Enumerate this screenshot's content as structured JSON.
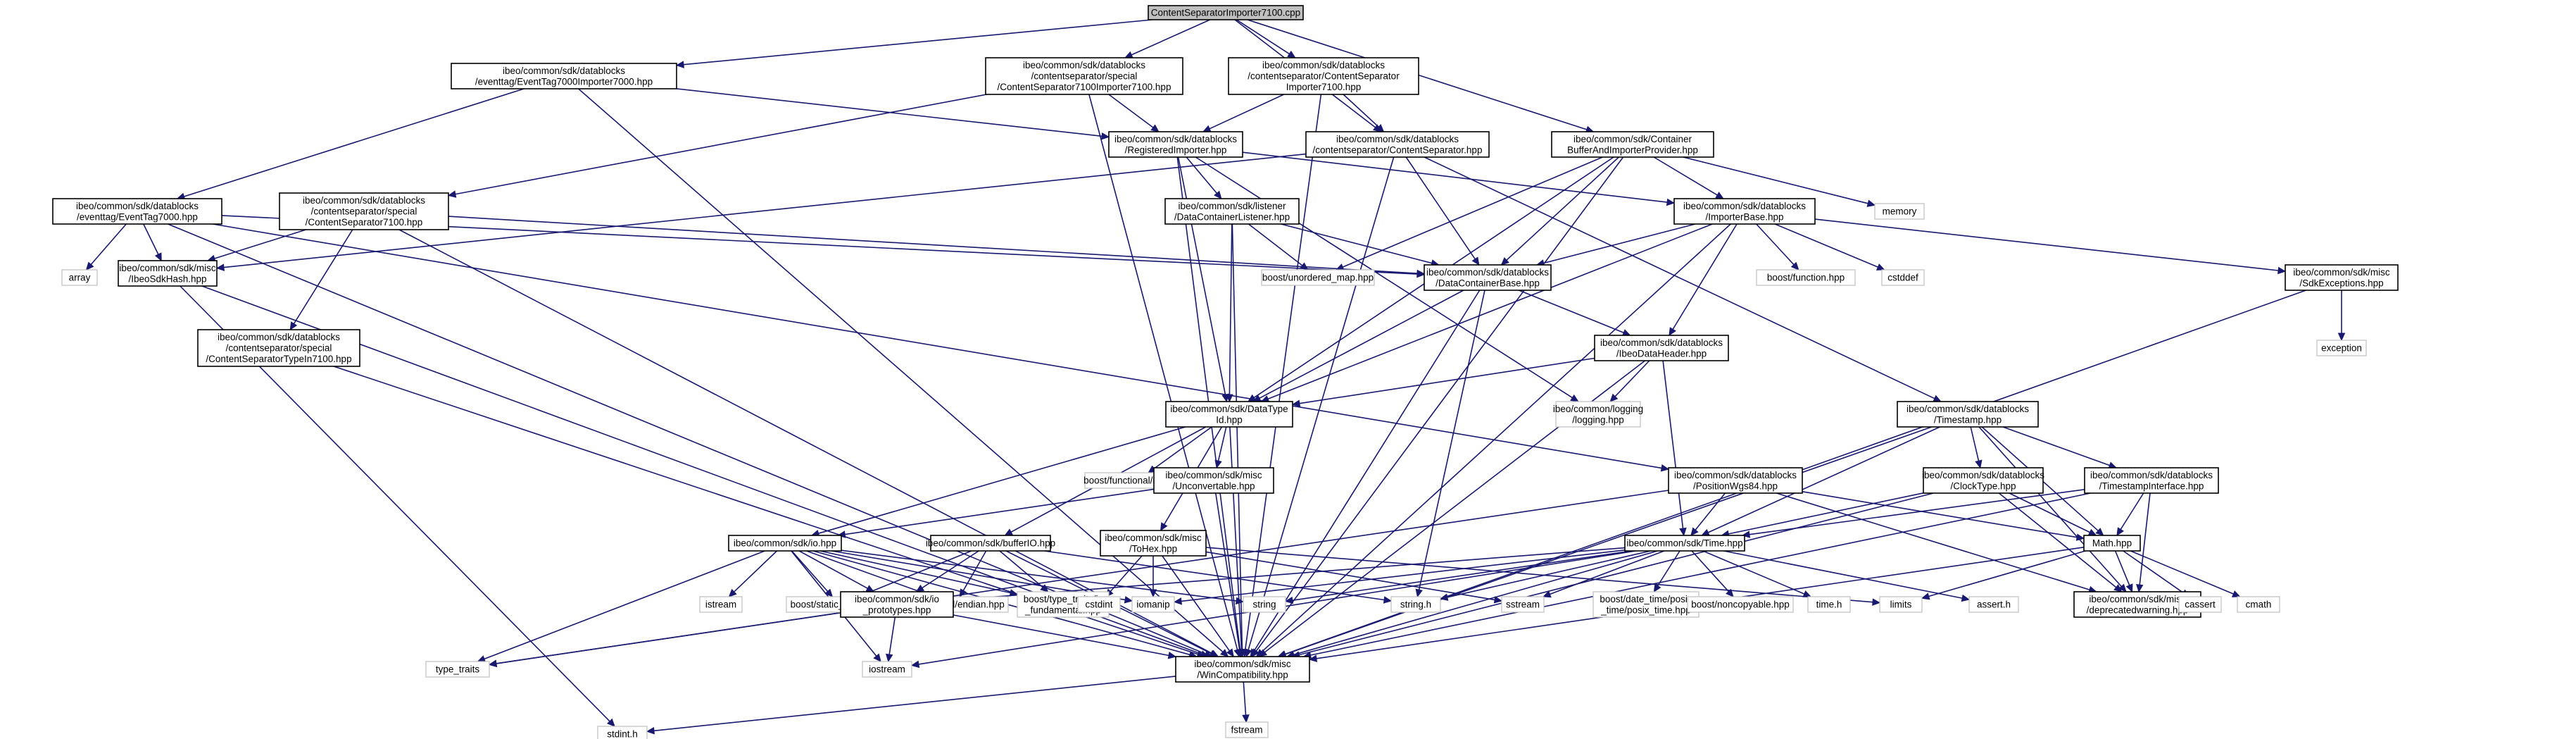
{
  "nodes": [
    {
      "id": "root",
      "lines": [
        "ContentSeparatorImporter7100.cpp"
      ],
      "kind": "root"
    },
    {
      "id": "et7000imp",
      "lines": [
        "ibeo/common/sdk/datablocks",
        "/eventtag/EventTag7000Importer7000.hpp"
      ],
      "kind": "doc"
    },
    {
      "id": "cs7100imp",
      "lines": [
        "ibeo/common/sdk/datablocks",
        "/contentseparator/special",
        "/ContentSeparator7100Importer7100.hpp"
      ],
      "kind": "doc"
    },
    {
      "id": "csimp",
      "lines": [
        "ibeo/common/sdk/datablocks",
        "/contentseparator/ContentSeparator",
        "Importer7100.hpp"
      ],
      "kind": "doc"
    },
    {
      "id": "cbaip",
      "lines": [
        "ibeo/common/sdk/Container",
        "BufferAndImporterProvider.hpp"
      ],
      "kind": "doc"
    },
    {
      "id": "regimp",
      "lines": [
        "ibeo/common/sdk/datablocks",
        "/RegisteredImporter.hpp"
      ],
      "kind": "doc"
    },
    {
      "id": "csep",
      "lines": [
        "ibeo/common/sdk/datablocks",
        "/contentseparator/ContentSeparator.hpp"
      ],
      "kind": "doc"
    },
    {
      "id": "et7000",
      "lines": [
        "ibeo/common/sdk/datablocks",
        "/eventtag/EventTag7000.hpp"
      ],
      "kind": "doc"
    },
    {
      "id": "cs7100",
      "lines": [
        "ibeo/common/sdk/datablocks",
        "/contentseparator/special",
        "/ContentSeparator7100.hpp"
      ],
      "kind": "doc"
    },
    {
      "id": "dclistener",
      "lines": [
        "ibeo/common/sdk/listener",
        "/DataContainerListener.hpp"
      ],
      "kind": "doc"
    },
    {
      "id": "impbase",
      "lines": [
        "ibeo/common/sdk/datablocks",
        "/ImporterBase.hpp"
      ],
      "kind": "doc"
    },
    {
      "id": "memory",
      "lines": [
        "memory"
      ],
      "kind": "ext"
    },
    {
      "id": "array",
      "lines": [
        "array"
      ],
      "kind": "ext"
    },
    {
      "id": "sdkhash",
      "lines": [
        "ibeo/common/sdk/misc",
        "/IbeoSdkHash.hpp"
      ],
      "kind": "doc"
    },
    {
      "id": "unordmap",
      "lines": [
        "boost/unordered_map.hpp"
      ],
      "kind": "ext"
    },
    {
      "id": "dcbase",
      "lines": [
        "ibeo/common/sdk/datablocks",
        "/DataContainerBase.hpp"
      ],
      "kind": "doc"
    },
    {
      "id": "boostfunc",
      "lines": [
        "boost/function.hpp"
      ],
      "kind": "ext"
    },
    {
      "id": "cstddef",
      "lines": [
        "cstddef"
      ],
      "kind": "ext"
    },
    {
      "id": "sdkexc",
      "lines": [
        "ibeo/common/sdk/misc",
        "/SdkExceptions.hpp"
      ],
      "kind": "doc"
    },
    {
      "id": "cs7100typein",
      "lines": [
        "ibeo/common/sdk/datablocks",
        "/contentseparator/special",
        "/ContentSeparatorTypeIn7100.hpp"
      ],
      "kind": "doc"
    },
    {
      "id": "exception",
      "lines": [
        "exception"
      ],
      "kind": "ext"
    },
    {
      "id": "dataheader",
      "lines": [
        "ibeo/common/sdk/datablocks",
        "/IbeoDataHeader.hpp"
      ],
      "kind": "doc"
    },
    {
      "id": "datatypeid",
      "lines": [
        "ibeo/common/sdk/DataType",
        "Id.hpp"
      ],
      "kind": "doc"
    },
    {
      "id": "logging",
      "lines": [
        "ibeo/common/logging",
        "/logging.hpp"
      ],
      "kind": "ext"
    },
    {
      "id": "timestamp",
      "lines": [
        "ibeo/common/sdk/datablocks",
        "/Timestamp.hpp"
      ],
      "kind": "doc"
    },
    {
      "id": "funchash",
      "lines": [
        "boost/functional/hash.hpp"
      ],
      "kind": "ext"
    },
    {
      "id": "unconv",
      "lines": [
        "ibeo/common/sdk/misc",
        "/Unconvertable.hpp"
      ],
      "kind": "doc"
    },
    {
      "id": "poswgs",
      "lines": [
        "ibeo/common/sdk/datablocks",
        "/PositionWgs84.hpp"
      ],
      "kind": "doc"
    },
    {
      "id": "clocktype",
      "lines": [
        "ibeo/common/sdk/datablocks",
        "/ClockType.hpp"
      ],
      "kind": "doc"
    },
    {
      "id": "tsiface",
      "lines": [
        "ibeo/common/sdk/datablocks",
        "/TimestampInterface.hpp"
      ],
      "kind": "doc"
    },
    {
      "id": "iohpp",
      "lines": [
        "ibeo/common/sdk/io.hpp"
      ],
      "kind": "doc"
    },
    {
      "id": "bufferio",
      "lines": [
        "ibeo/common/sdk/bufferIO.hpp"
      ],
      "kind": "doc"
    },
    {
      "id": "tohex",
      "lines": [
        "ibeo/common/sdk/misc",
        "/ToHex.hpp"
      ],
      "kind": "doc"
    },
    {
      "id": "timehpp",
      "lines": [
        "ibeo/common/sdk/Time.hpp"
      ],
      "kind": "doc"
    },
    {
      "id": "mathhpp",
      "lines": [
        "Math.hpp"
      ],
      "kind": "doc"
    },
    {
      "id": "istream",
      "lines": [
        "istream"
      ],
      "kind": "ext"
    },
    {
      "id": "staticassert",
      "lines": [
        "boost/static_assert.hpp"
      ],
      "kind": "ext"
    },
    {
      "id": "endian",
      "lines": [
        "boost/detail/endian.hpp"
      ],
      "kind": "ext"
    },
    {
      "id": "typetraitsfund",
      "lines": [
        "boost/type_traits/is",
        "_fundamental.hpp"
      ],
      "kind": "ext"
    },
    {
      "id": "ioproto",
      "lines": [
        "ibeo/common/sdk/io",
        "_prototypes.hpp"
      ],
      "kind": "doc"
    },
    {
      "id": "cstdint",
      "lines": [
        "cstdint"
      ],
      "kind": "ext"
    },
    {
      "id": "iomanip",
      "lines": [
        "iomanip"
      ],
      "kind": "ext"
    },
    {
      "id": "string",
      "lines": [
        "string"
      ],
      "kind": "ext"
    },
    {
      "id": "stringh",
      "lines": [
        "string.h"
      ],
      "kind": "ext"
    },
    {
      "id": "sstream",
      "lines": [
        "sstream"
      ],
      "kind": "ext"
    },
    {
      "id": "posixtime",
      "lines": [
        "boost/date_time/posix",
        "_time/posix_time.hpp"
      ],
      "kind": "ext"
    },
    {
      "id": "noncopy",
      "lines": [
        "boost/noncopyable.hpp"
      ],
      "kind": "ext"
    },
    {
      "id": "timeh",
      "lines": [
        "time.h"
      ],
      "kind": "ext"
    },
    {
      "id": "limits",
      "lines": [
        "limits"
      ],
      "kind": "ext"
    },
    {
      "id": "asserth",
      "lines": [
        "assert.h"
      ],
      "kind": "ext"
    },
    {
      "id": "deprecated",
      "lines": [
        "ibeo/common/sdk/misc",
        "/deprecatedwarning.hpp"
      ],
      "kind": "doc"
    },
    {
      "id": "cassert",
      "lines": [
        "cassert"
      ],
      "kind": "ext"
    },
    {
      "id": "cmath",
      "lines": [
        "cmath"
      ],
      "kind": "ext"
    },
    {
      "id": "typetraits",
      "lines": [
        "type_traits"
      ],
      "kind": "ext"
    },
    {
      "id": "iostream",
      "lines": [
        "iostream"
      ],
      "kind": "ext"
    },
    {
      "id": "wincompat",
      "lines": [
        "ibeo/common/sdk/misc",
        "/WinCompatibility.hpp"
      ],
      "kind": "doc"
    },
    {
      "id": "stdinth",
      "lines": [
        "stdint.h"
      ],
      "kind": "ext"
    },
    {
      "id": "fstream",
      "lines": [
        "fstream"
      ],
      "kind": "ext"
    }
  ],
  "edges": [
    [
      "root",
      "et7000imp"
    ],
    [
      "root",
      "cs7100imp"
    ],
    [
      "root",
      "csimp"
    ],
    [
      "root",
      "cbaip"
    ],
    [
      "root",
      "csep"
    ],
    [
      "et7000imp",
      "regimp"
    ],
    [
      "et7000imp",
      "et7000"
    ],
    [
      "et7000imp",
      "wincompat"
    ],
    [
      "cs7100imp",
      "regimp"
    ],
    [
      "cs7100imp",
      "cs7100"
    ],
    [
      "cs7100imp",
      "wincompat"
    ],
    [
      "csimp",
      "regimp"
    ],
    [
      "csimp",
      "csep"
    ],
    [
      "csimp",
      "wincompat"
    ],
    [
      "cbaip",
      "impbase"
    ],
    [
      "cbaip",
      "dcbase"
    ],
    [
      "cbaip",
      "datatypeid"
    ],
    [
      "cbaip",
      "memory"
    ],
    [
      "cbaip",
      "unordmap"
    ],
    [
      "cbaip",
      "wincompat"
    ],
    [
      "regimp",
      "impbase"
    ],
    [
      "regimp",
      "dclistener"
    ],
    [
      "regimp",
      "datatypeid"
    ],
    [
      "regimp",
      "logging"
    ],
    [
      "regimp",
      "wincompat"
    ],
    [
      "csep",
      "dcbase"
    ],
    [
      "csep",
      "timestamp"
    ],
    [
      "csep",
      "sdkhash"
    ],
    [
      "csep",
      "wincompat"
    ],
    [
      "et7000",
      "array"
    ],
    [
      "et7000",
      "sdkhash"
    ],
    [
      "et7000",
      "dcbase"
    ],
    [
      "et7000",
      "poswgs"
    ],
    [
      "et7000",
      "wincompat"
    ],
    [
      "cs7100",
      "sdkhash"
    ],
    [
      "cs7100",
      "dcbase"
    ],
    [
      "cs7100",
      "cs7100typein"
    ],
    [
      "cs7100",
      "wincompat"
    ],
    [
      "dclistener",
      "unordmap"
    ],
    [
      "dclistener",
      "dcbase"
    ],
    [
      "dclistener",
      "datatypeid"
    ],
    [
      "dclistener",
      "wincompat"
    ],
    [
      "impbase",
      "dcbase"
    ],
    [
      "impbase",
      "dataheader"
    ],
    [
      "impbase",
      "datatypeid"
    ],
    [
      "impbase",
      "boostfunc"
    ],
    [
      "impbase",
      "cstddef"
    ],
    [
      "impbase",
      "sdkexc"
    ],
    [
      "impbase",
      "wincompat"
    ],
    [
      "sdkhash",
      "stdinth"
    ],
    [
      "sdkhash",
      "wincompat"
    ],
    [
      "dcbase",
      "dataheader"
    ],
    [
      "dcbase",
      "datatypeid"
    ],
    [
      "dcbase",
      "stringh"
    ],
    [
      "dcbase",
      "wincompat"
    ],
    [
      "sdkexc",
      "exception"
    ],
    [
      "sdkexc",
      "wincompat"
    ],
    [
      "cs7100typein",
      "wincompat"
    ],
    [
      "dataheader",
      "datatypeid"
    ],
    [
      "dataheader",
      "timehpp"
    ],
    [
      "dataheader",
      "logging"
    ],
    [
      "dataheader",
      "wincompat"
    ],
    [
      "datatypeid",
      "funchash"
    ],
    [
      "datatypeid",
      "unconv"
    ],
    [
      "datatypeid",
      "iohpp"
    ],
    [
      "datatypeid",
      "bufferio"
    ],
    [
      "datatypeid",
      "tohex"
    ],
    [
      "datatypeid",
      "wincompat"
    ],
    [
      "timestamp",
      "clocktype"
    ],
    [
      "timestamp",
      "tsiface"
    ],
    [
      "timestamp",
      "timehpp"
    ],
    [
      "timestamp",
      "mathhpp"
    ],
    [
      "timestamp",
      "deprecated"
    ],
    [
      "timestamp",
      "wincompat"
    ],
    [
      "unconv",
      "iohpp"
    ],
    [
      "unconv",
      "wincompat"
    ],
    [
      "poswgs",
      "timehpp"
    ],
    [
      "poswgs",
      "mathhpp"
    ],
    [
      "poswgs",
      "deprecated"
    ],
    [
      "poswgs",
      "typetraits"
    ],
    [
      "clocktype",
      "timehpp"
    ],
    [
      "clocktype",
      "mathhpp"
    ],
    [
      "clocktype",
      "deprecated"
    ],
    [
      "clocktype",
      "wincompat"
    ],
    [
      "tsiface",
      "timehpp"
    ],
    [
      "tsiface",
      "mathhpp"
    ],
    [
      "tsiface",
      "deprecated"
    ],
    [
      "tsiface",
      "wincompat"
    ],
    [
      "iohpp",
      "istream"
    ],
    [
      "iohpp",
      "staticassert"
    ],
    [
      "iohpp",
      "endian"
    ],
    [
      "iohpp",
      "typetraitsfund"
    ],
    [
      "iohpp",
      "ioproto"
    ],
    [
      "iohpp",
      "iomanip"
    ],
    [
      "iohpp",
      "string"
    ],
    [
      "iohpp",
      "iostream"
    ],
    [
      "iohpp",
      "typetraits"
    ],
    [
      "iohpp",
      "wincompat"
    ],
    [
      "bufferio",
      "staticassert"
    ],
    [
      "bufferio",
      "endian"
    ],
    [
      "bufferio",
      "typetraitsfund"
    ],
    [
      "bufferio",
      "ioproto"
    ],
    [
      "bufferio",
      "stringh"
    ],
    [
      "bufferio",
      "wincompat"
    ],
    [
      "tohex",
      "cstdint"
    ],
    [
      "tohex",
      "iomanip"
    ],
    [
      "tohex",
      "sstream"
    ],
    [
      "tohex",
      "limits"
    ],
    [
      "tohex",
      "wincompat"
    ],
    [
      "timehpp",
      "posixtime"
    ],
    [
      "timehpp",
      "noncopy"
    ],
    [
      "timehpp",
      "timeh"
    ],
    [
      "timehpp",
      "sstream"
    ],
    [
      "timehpp",
      "stringh"
    ],
    [
      "timehpp",
      "string"
    ],
    [
      "timehpp",
      "iomanip"
    ],
    [
      "timehpp",
      "asserth"
    ],
    [
      "timehpp",
      "ioproto"
    ],
    [
      "timehpp",
      "iostream"
    ],
    [
      "timehpp",
      "wincompat"
    ],
    [
      "mathhpp",
      "limits"
    ],
    [
      "mathhpp",
      "cassert"
    ],
    [
      "mathhpp",
      "cmath"
    ],
    [
      "mathhpp",
      "deprecated"
    ],
    [
      "mathhpp",
      "wincompat"
    ],
    [
      "ioproto",
      "typetraits"
    ],
    [
      "ioproto",
      "iostream"
    ],
    [
      "ioproto",
      "wincompat"
    ],
    [
      "wincompat",
      "stdinth"
    ],
    [
      "wincompat",
      "fstream"
    ]
  ],
  "colors": {
    "edge": "#191970",
    "root_fill": "#bfbfbf",
    "node_stroke": "#000000",
    "ext_stroke": "#bfbfbf"
  }
}
